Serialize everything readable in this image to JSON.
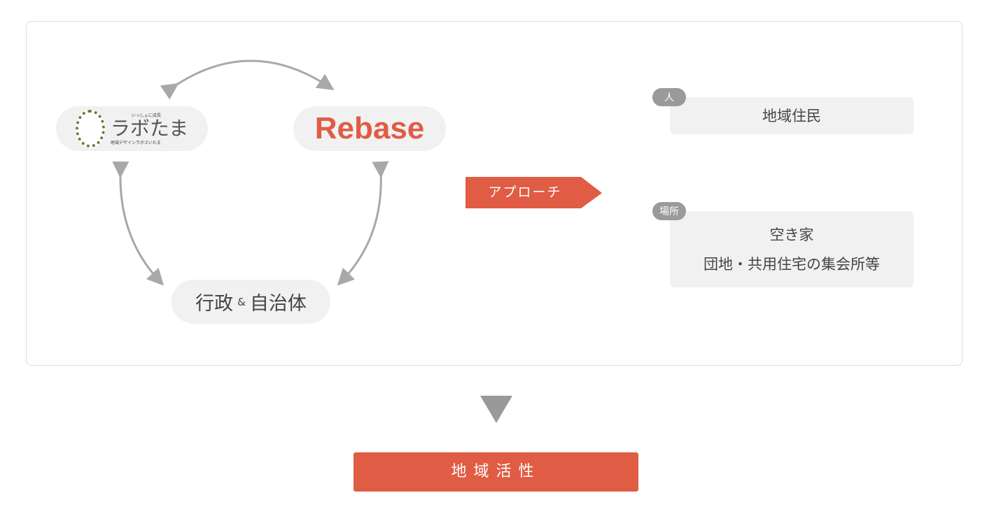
{
  "logo": {
    "tagline": "いっしょに成長",
    "name": "ラボたま",
    "subtitle": "地域デザインラボさいたま"
  },
  "rebase": "Rebase",
  "gov": {
    "a": "行政",
    "amp": "&",
    "b": "自治体"
  },
  "approach": "アプローチ",
  "targets": [
    {
      "tag": "人",
      "lines": [
        "地域住民"
      ]
    },
    {
      "tag": "場所",
      "lines": [
        "空き家",
        "団地・共用住宅の集会所等"
      ]
    }
  ],
  "result": "地域活性",
  "colors": {
    "accent": "#e05c44",
    "gray": "#a8a8a8"
  }
}
